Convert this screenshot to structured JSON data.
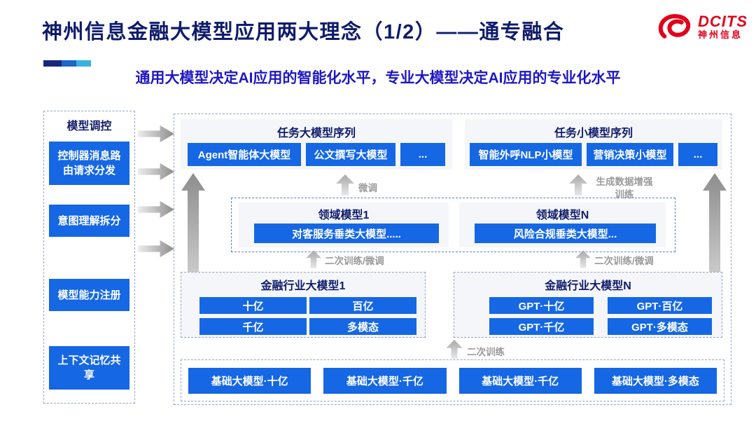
{
  "colors": {
    "accent_blue": "#1567e3",
    "title_navy": "#0f1c6b",
    "subtitle_blue": "#1f18c3",
    "logo_red": "#e2001a",
    "label_gray": "#9a9a9a",
    "accent_bar": [
      "#16277c",
      "#1d66cc",
      "#38b3de"
    ]
  },
  "header": {
    "title": "神州信息金融大模型应用两大理念（1/2）——通专融合",
    "subtitle": "通用大模型决定AI应用的智能化水平，专业大模型决定AI应用的专业化水平",
    "logo": {
      "brand": "DCITS",
      "brand_cn": "神州信息"
    }
  },
  "sidebar": {
    "title": "模型调控",
    "items": [
      "控制器消息路由请求分发",
      "意图理解拆分",
      "模型能力注册",
      "上下文记忆共享"
    ]
  },
  "diagram": {
    "task_large": {
      "title": "任务大模型序列",
      "items": [
        "Agent智能体大模型",
        "公文撰写大模型",
        "..."
      ]
    },
    "task_small": {
      "title": "任务小模型序列",
      "items": [
        "智能外呼NLP小模型",
        "营销决策小模型",
        "..."
      ]
    },
    "labels": {
      "fine_tune": "微调",
      "gen_data_train": "生成数据增强训练",
      "retrain_finetune_left": "二次训练/微调",
      "retrain_finetune_right": "二次训练/微调",
      "retrain": "二次训练"
    },
    "domain_1": {
      "title": "领域模型1",
      "item": "对客服务垂类大模型....."
    },
    "domain_n": {
      "title": "领域模型N",
      "item": "风险合规垂类大模型..."
    },
    "industry_1": {
      "title": "金融行业大模型1",
      "items": [
        "十亿",
        "百亿",
        "千亿",
        "多模态"
      ]
    },
    "industry_n": {
      "title": "金融行业大模型N",
      "items": [
        "GPT·十亿",
        "GPT·百亿",
        "GPT·千亿",
        "GPT·多模态"
      ]
    },
    "base_models": [
      "基础大模型·十亿",
      "基础大模型·千亿",
      "基础大模型·千亿",
      "基础大模型·多模态"
    ]
  }
}
